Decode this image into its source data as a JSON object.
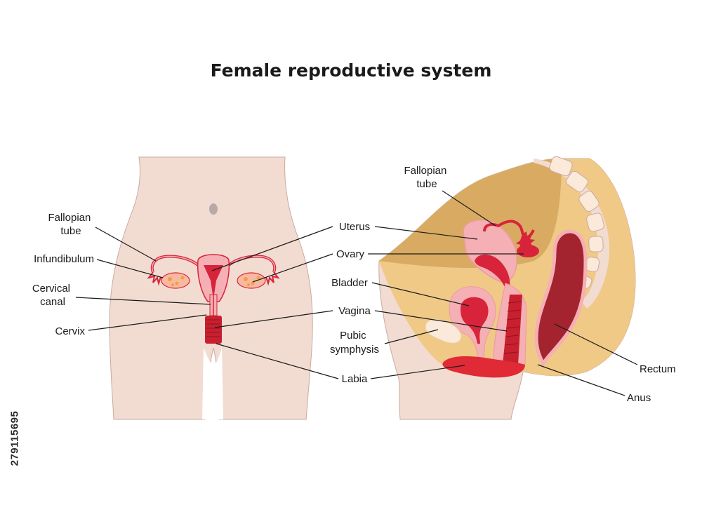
{
  "title": "Female reproductive system",
  "stock_id": "279115695",
  "colors": {
    "skin": "#f2dcd2",
    "pelvis": "#f0c987",
    "abdomen": "#d9ab62",
    "organ_pink": "#f4b0b4",
    "organ_red": "#d8243a",
    "rectum_dark": "#a3232f"
  },
  "front_view": {
    "labels": {
      "fallopian_tube": [
        "Fallopian",
        "tube"
      ],
      "infundibulum": "Infundibulum",
      "cervical_canal": [
        "Cervical",
        "canal"
      ],
      "cervix": "Cervix"
    }
  },
  "shared_labels": {
    "uterus": "Uterus",
    "ovary": "Ovary",
    "vagina": "Vagina",
    "labia": "Labia"
  },
  "side_view": {
    "labels": {
      "fallopian_tube": [
        "Fallopian",
        "tube"
      ],
      "bladder": "Bladder",
      "pubic_symphysis": [
        "Pubic",
        "symphysis"
      ],
      "rectum": "Rectum",
      "anus": "Anus"
    }
  }
}
